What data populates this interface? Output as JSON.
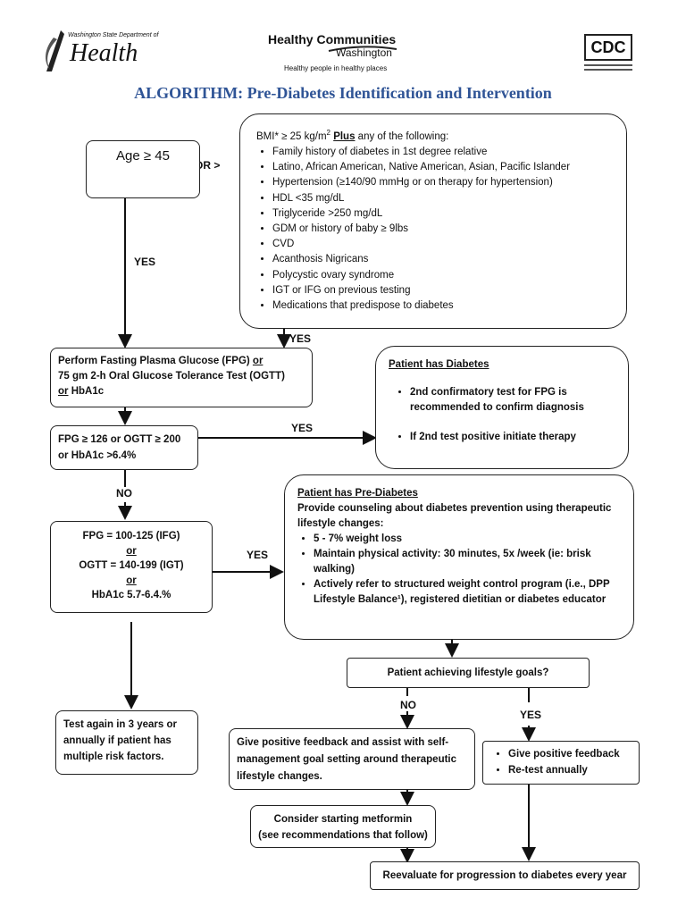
{
  "header": {
    "left_logo_small": "Washington State Department of",
    "left_logo_main": "Health",
    "center_logo_line1": "Healthy Communities",
    "center_logo_line2": "Washington",
    "center_logo_tagline": "Healthy people in healthy places",
    "right_logo": "CDC"
  },
  "title": "ALGORITHM:  Pre-Diabetes Identification and Intervention",
  "age_box": {
    "label": "Age ≥ 45"
  },
  "or_label": "OR >",
  "yes_label": "YES",
  "no_label": "NO",
  "bmi_box": {
    "lead_prefix": "BMI* ≥ 25 kg/m",
    "lead_sup": "2",
    "lead_plus": "Plus",
    "lead_suffix": " any of the following:",
    "items": [
      "Family history of diabetes in 1st degree relative",
      "Latino, African American, Native American, Asian, Pacific Islander",
      "Hypertension (≥140/90 mmHg or on therapy for hypertension)",
      "HDL <35 mg/dL",
      "Triglyceride >250 mg/dL",
      "GDM or history of baby ≥ 9lbs",
      "CVD",
      "Acanthosis Nigricans",
      "Polycystic ovary syndrome",
      "IGT or IFG on previous testing",
      "Medications that predispose to diabetes"
    ]
  },
  "perform_box": {
    "line1": "Perform Fasting Plasma Glucose (FPG) ",
    "or1": "or",
    "line2": "75 gm 2-h Oral Glucose Tolerance Test (OGTT)",
    "or2": "or",
    "line3": "  HbA1c"
  },
  "diabetes_box": {
    "title": "Patient has Diabetes",
    "item1": "2nd confirmatory test for FPG is recommended to confirm diagnosis",
    "item2": "If 2nd test positive initiate therapy"
  },
  "fpg_box": {
    "line1": "FPG ≥ 126 or OGTT ≥ 200",
    "line2": "or HbA1c >6.4%"
  },
  "range_box": {
    "line1": "FPG = 100-125 (IFG)",
    "or": "or",
    "line2": "OGTT = 140-199 (IGT)",
    "line3": "HbA1c 5.7-6.4.%"
  },
  "prediabetes_box": {
    "title": "Patient has Pre-Diabetes",
    "intro": "Provide counseling about diabetes prevention using therapeutic lifestyle changes:",
    "items": [
      "5 - 7% weight loss",
      "Maintain physical activity: 30 minutes, 5x /week (ie: brisk walking)",
      "Actively refer to structured weight control program (i.e., DPP Lifestyle Balance¹), registered dietitian or diabetes educator"
    ]
  },
  "goals_box": {
    "label": "Patient achieving lifestyle goals?"
  },
  "test_again_box": {
    "label": "Test again in 3 years or annually if patient has multiple risk factors."
  },
  "feedback_box": {
    "label": "Give positive feedback and assist with self-management goal setting around therapeutic lifestyle changes."
  },
  "positive_box": {
    "items": [
      "Give positive feedback",
      "Re-test annually"
    ]
  },
  "metformin_box": {
    "line1": "Consider starting metformin",
    "line2": "(see recommendations that follow)"
  },
  "reevaluate_box": {
    "label": "Reevaluate for progression to diabetes every year"
  }
}
